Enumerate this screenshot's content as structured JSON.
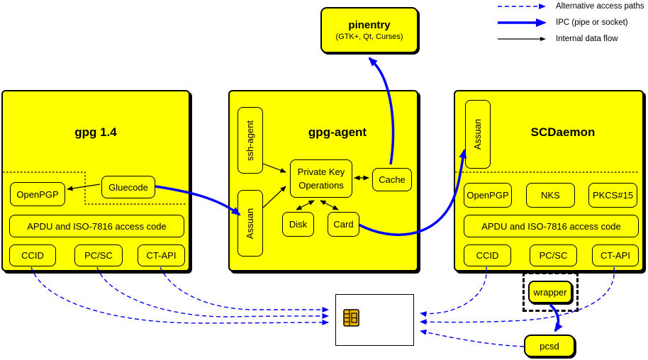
{
  "legend": {
    "items": [
      {
        "label": "Alternative access paths",
        "style": "dashed-blue"
      },
      {
        "label": "IPC (pipe or socket)",
        "style": "solid-blue-thick"
      },
      {
        "label": "Internal data flow",
        "style": "solid-black-thin"
      }
    ]
  },
  "colors": {
    "node_fill": "#ffff00",
    "ipc_arrow": "#0000ff",
    "alt_path_arrow": "#0000ff",
    "internal_arrow": "#000000",
    "card_fill": "#ffffff",
    "chip_fill": "#f0b400"
  },
  "pinentry": {
    "title": "pinentry",
    "subtitle": "(GTK+, Qt, Curses)"
  },
  "gpg14": {
    "title": "gpg 1.4",
    "openpgp": "OpenPGP",
    "gluecode": "Gluecode",
    "apdu": "APDU and ISO-7816 access code",
    "ccid": "CCID",
    "pcsc": "PC/SC",
    "ctapi": "CT-API"
  },
  "gpg_agent": {
    "title": "gpg-agent",
    "ssh_agent": "ssh-agent",
    "assuan": "Assuan",
    "pko_line1": "Private Key",
    "pko_line2": "Operations",
    "cache": "Cache",
    "disk": "Disk",
    "card": "Card"
  },
  "scdaemon": {
    "title": "SCDaemon",
    "assuan": "Assuan",
    "openpgp": "OpenPGP",
    "nks": "NKS",
    "pkcs15": "PKCS#15",
    "apdu": "APDU and ISO-7816 access code",
    "ccid": "CCID",
    "pcsc": "PC/SC",
    "ctapi": "CT-API"
  },
  "wrapper": {
    "label": "wrapper"
  },
  "pcsd": {
    "label": "pcsd"
  }
}
